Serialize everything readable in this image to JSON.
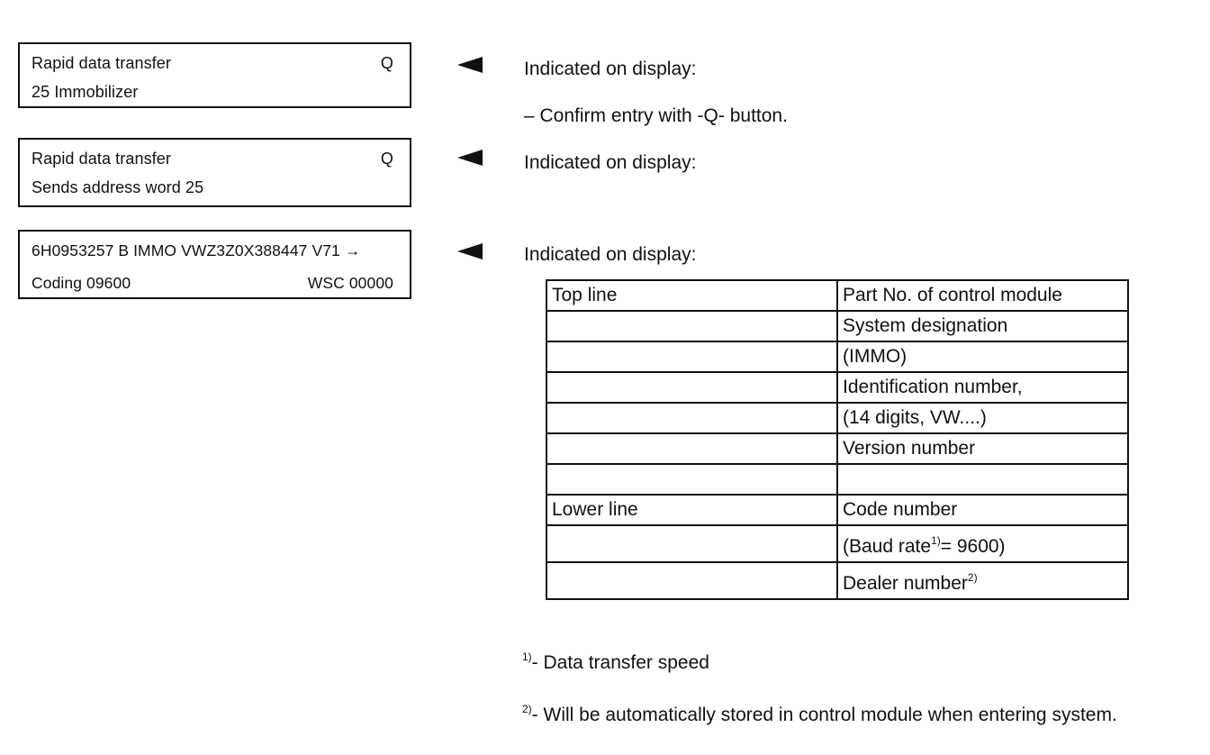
{
  "displays": [
    {
      "line1": "Rapid data transfer",
      "line1_right": "Q",
      "line2": "25 Immobilizer",
      "line2_right": ""
    },
    {
      "line1": "Rapid data transfer",
      "line1_right": "Q",
      "line2": "Sends address word 25",
      "line2_right": ""
    },
    {
      "line1": "6H0953257 B IMMO VWZ3Z0X388447 V71 →",
      "line1_right": "",
      "line2": "Coding 09600",
      "line2_right": "WSC 00000"
    }
  ],
  "steps": {
    "s1": "Indicated on display:",
    "s1_instruction": "–  Confirm entry with -Q- button.",
    "s2": "Indicated on display:",
    "s3": "Indicated on display:"
  },
  "table": {
    "rows": [
      {
        "left": "Top line",
        "right": "Part No. of control module"
      },
      {
        "left": "",
        "right": "System designation"
      },
      {
        "left": "",
        "right": "(IMMO)"
      },
      {
        "left": "",
        "right": "Identification number,"
      },
      {
        "left": "",
        "right": "(14 digits, VW....)"
      },
      {
        "left": "",
        "right": "Version number"
      },
      {
        "left": "",
        "right": ""
      },
      {
        "left": "Lower line",
        "right": "Code number"
      },
      {
        "left": "",
        "right": "(Baud rate",
        "sup": "1)",
        "right_after": "= 9600)"
      },
      {
        "left": "",
        "right": "Dealer number",
        "sup": "2)"
      }
    ]
  },
  "footnotes": {
    "f1_marker": "1)",
    "f1_text": "- Data transfer speed",
    "f2_marker": "2)",
    "f2_text": "- Will be automatically stored in control module when entering system."
  }
}
